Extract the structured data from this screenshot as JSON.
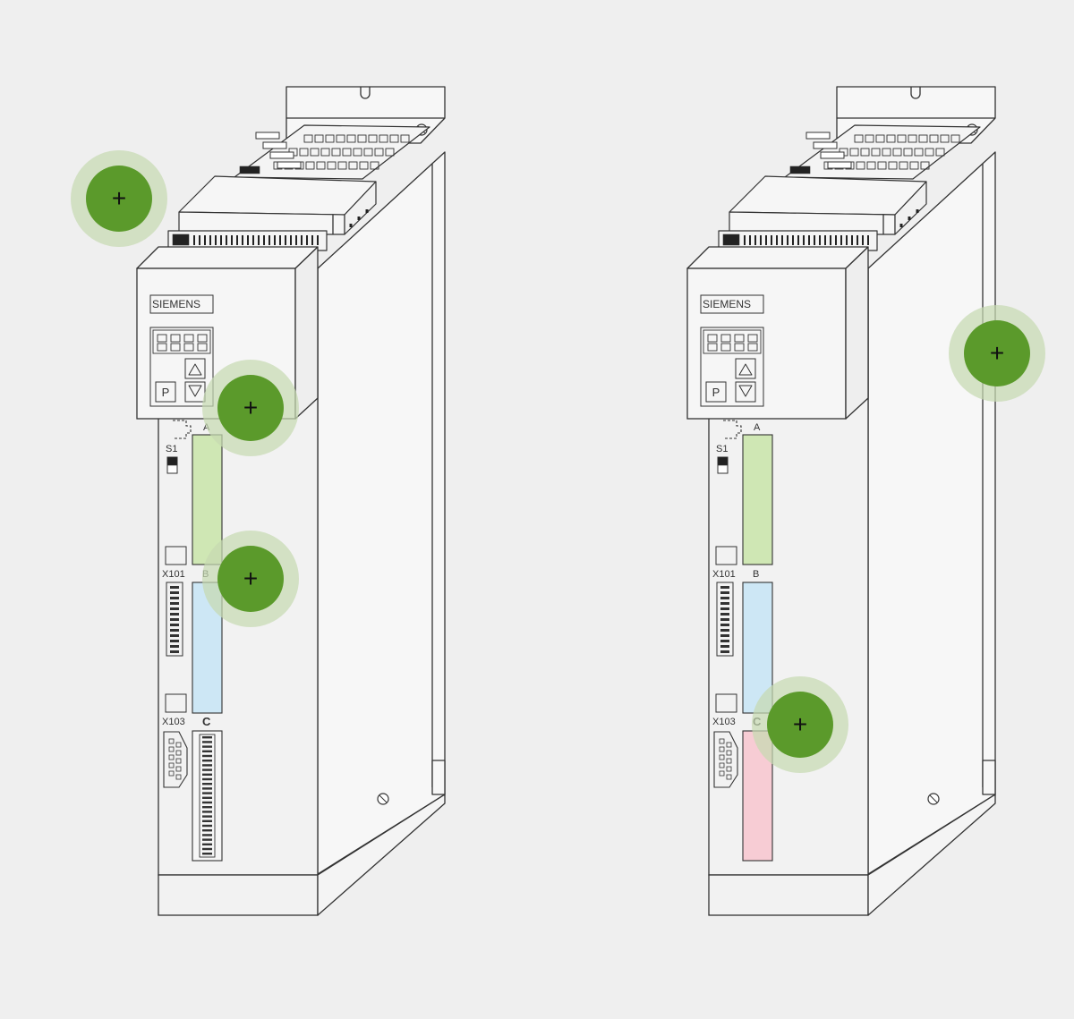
{
  "colors": {
    "background": "#efefef",
    "outline": "#333333",
    "device_fill": "#f2f2f2",
    "slot_a": "#cfe7b4",
    "slot_b": "#cde7f5",
    "slot_c": "#f7ccd4",
    "hotspot_core": "#5b9a2b",
    "hotspot_halo": "#c6d9b1"
  },
  "hotspot_icon": "plus-icon",
  "hotspots": [
    {
      "id": "left-top",
      "symbol": "+"
    },
    {
      "id": "left-panel",
      "symbol": "+"
    },
    {
      "id": "left-slot-b",
      "symbol": "+"
    },
    {
      "id": "right-side",
      "symbol": "+"
    },
    {
      "id": "right-slot-c",
      "symbol": "+"
    }
  ],
  "devices": [
    {
      "brand": "SIEMENS",
      "switch_label": "S1",
      "slot_a_label": "A",
      "slot_b_label": "B",
      "slot_c_label": "C",
      "x101_label": "X101",
      "x103_label": "X103",
      "p_key_label": "P",
      "slot_a_fill": "#cfe7b4",
      "slot_b_fill": "#cde7f5",
      "slot_c_fill": "terminal-strip"
    },
    {
      "brand": "SIEMENS",
      "switch_label": "S1",
      "slot_a_label": "A",
      "slot_b_label": "B",
      "slot_c_label": "C",
      "x101_label": "X101",
      "x103_label": "X103",
      "p_key_label": "P",
      "slot_a_fill": "#cfe7b4",
      "slot_b_fill": "#cde7f5",
      "slot_c_fill": "#f7ccd4"
    }
  ]
}
